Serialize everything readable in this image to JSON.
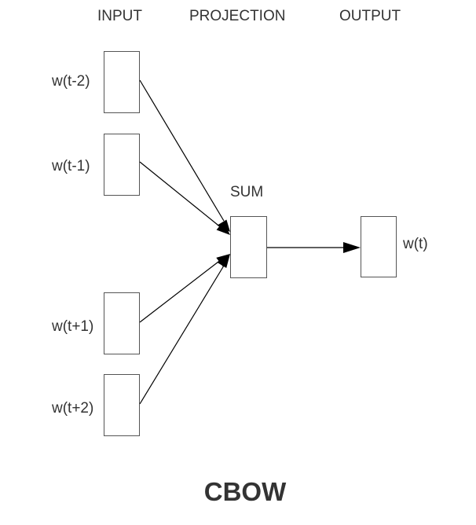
{
  "headers": {
    "input": "INPUT",
    "projection": "PROJECTION",
    "output": "OUTPUT"
  },
  "inputs": [
    {
      "label": "w(t-2)"
    },
    {
      "label": "w(t-1)"
    },
    {
      "label": "w(t+1)"
    },
    {
      "label": "w(t+2)"
    }
  ],
  "projection": {
    "label": "SUM"
  },
  "output": {
    "label": "w(t)"
  },
  "title": "CBOW"
}
